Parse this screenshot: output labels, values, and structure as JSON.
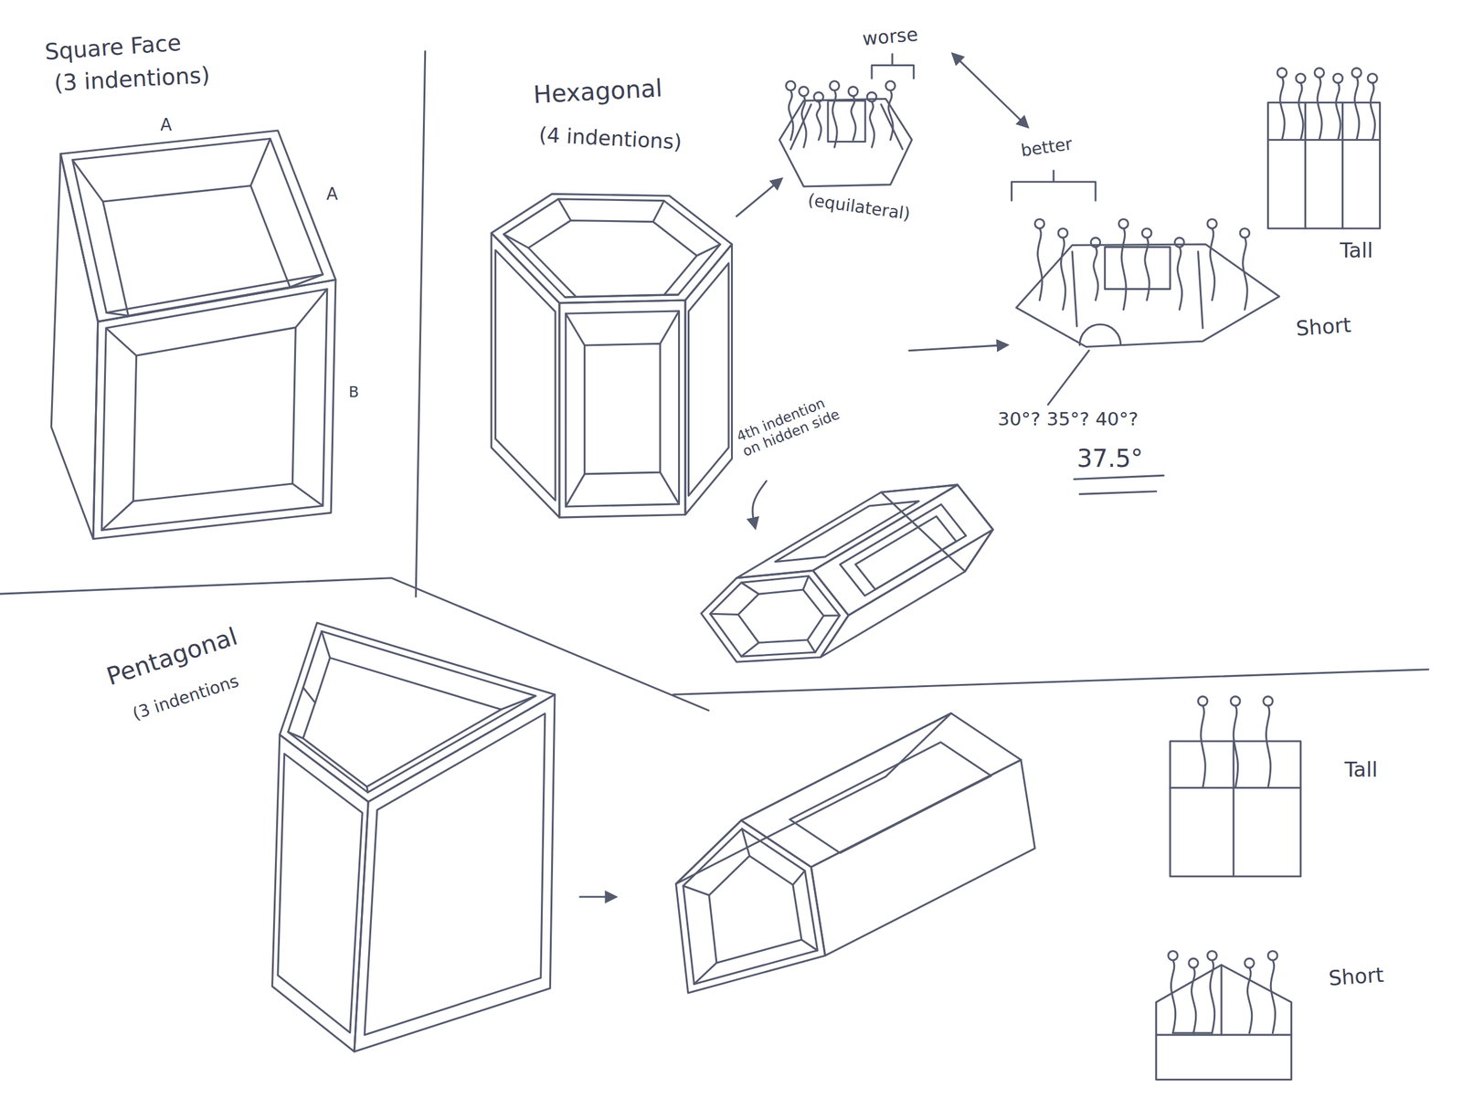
{
  "diagram": {
    "labels": [
      "Square Face",
      "(3 indentions)",
      "A",
      "A",
      "B",
      "Hexagonal",
      "(4 indentions)",
      "worse",
      "(equilateral)",
      "better",
      "Tall",
      "Short",
      "30°? 35°? 40°?",
      "37.5°",
      "4th indention on hidden side",
      "Pentagonal",
      "(3 indentions",
      "Tall",
      "Short"
    ]
  }
}
